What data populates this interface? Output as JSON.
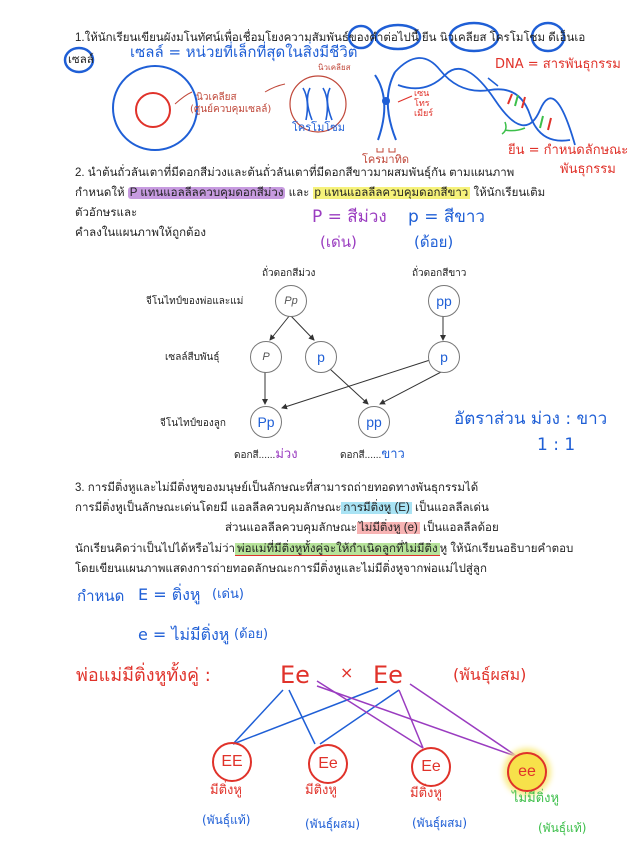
{
  "q1": {
    "prompt_prefix": "1.ให้นักเรียนเขียนผังมโนทัศน์เพื่อเชื่อมโยงความสัมพันธ์ของคำต่อไปนี้",
    "terms": [
      "ยีน",
      "นิวเคลียส",
      "โครโมโซม",
      "ดีเอ็นเอ",
      "เซลล์"
    ],
    "notes": {
      "cell_def": "เซลล์ = หน่วยที่เล็กที่สุดในสิ่งมีชีวิต",
      "nucleus_label": "นิวเคลียส",
      "nucleus_desc": "(ศูนย์ควบคุมเซลล์)",
      "nucleus_small": "นิวเคลียส",
      "chromosome": "โครโมโซม",
      "centromere": "เซนโทรเมียร์",
      "chromatid": "โครมาทิด",
      "dna_def": "DNA = สารพันธุกรรม",
      "gene_def_1": "ยีน = กำหนดลักษณะ",
      "gene_def_2": "พันธุกรรม"
    }
  },
  "q2": {
    "line1": "2. นำต้นถั่วลันเตาที่มีดอกสีม่วงและต้นถั่วลันเตาที่มีดอกสีขาวมาผสมพันธุ์กัน ตามแผนภาพ",
    "line2_a": "กำหนดให้",
    "line2_hl1": "P แทนแอลลีลควบคุมดอกสีม่วง",
    "line2_b": "และ",
    "line2_hl2": "p แทนแอลลีลควบคุมดอกสีขาว",
    "line2_c": "ให้นักเรียนเติม",
    "line3": "ตัวอักษรและ",
    "line4": "คำลงในแผนภาพให้ถูกต้อง",
    "notes": {
      "P_def": "P = สีม่วง",
      "P_type": "(เด่น)",
      "p_def": "p = สีขาว",
      "p_type": "(ด้อย)"
    },
    "diagram": {
      "parent1_title": "ถั่วดอกสีม่วง",
      "parent2_title": "ถั่วดอกสีขาว",
      "row_parents": "จีโนไทป์ของพ่อและแม่",
      "row_gametes": "เซลล์สืบพันธุ์",
      "row_offspring": "จีโนไทป์ของลูก",
      "parent1": "Pp",
      "parent2": "pp",
      "gamete1": "P",
      "gamete2": "p",
      "gamete3": "p",
      "child1": "Pp",
      "child2": "pp",
      "color_prefix": "ดอกสี......",
      "child1_color": "ม่วง",
      "child2_color": "ขาว",
      "ratio_label": "อัตราส่วน ม่วง : ขาว",
      "ratio_value": "1 : 1"
    }
  },
  "q3": {
    "line1": "3. การมีติ่งหูและไม่มีติ่งหูของมนุษย์เป็นลักษณะที่สามารถถ่ายทอดทางพันธุกรรมได้",
    "line2_a": "การมีติ่งหูเป็นลักษณะเด่นโดยมี แอลลีลควบคุมลักษณะ",
    "line2_hl": "การมีติ่งหู (E)",
    "line2_b": " เป็นแอลลีลเด่น",
    "line3_a": "ส่วนแอลลีลควบคุมลักษณะ",
    "line3_hl": "ไม่มีติ่งหู (e)",
    "line3_b": " เป็นแอลลีลด้อย",
    "line4_a": "นักเรียนคิดว่าเป็นไปได้หรือไม่ว่า",
    "line4_hl": "พ่อแม่ที่มีติ่งหูทั้งคู่จะให้กำเนิดลูกที่ไม่มีติ่ง",
    "line4_b": "หู ให้นักเรียนอธิบายคำตอบ",
    "line5": "โดยเขียนแผนภาพแสดงการถ่ายทอดลักษณะการมีติ่งหูและไม่มีติ่งหูจากพ่อแม่ไปสู่ลูก",
    "notes": {
      "define": "กำหนด",
      "E_def": "E = ติ่งหู",
      "E_type": "(เด่น)",
      "e_def": "e = ไม่มีติ่งหู",
      "e_type": "(ด้อย)",
      "parents_label": "พ่อแม่มีติ่งหูทั้งคู่ :",
      "parent1": "Ee",
      "cross": "×",
      "parent2": "Ee",
      "parents_type": "(พันธุ์ผสม)",
      "children": [
        {
          "genotype": "EE",
          "phenotype": "มีติ่งหู",
          "type": "(พันธุ์แท้)"
        },
        {
          "genotype": "Ee",
          "phenotype": "มีติ่งหู",
          "type": "(พันธุ์ผสม)"
        },
        {
          "genotype": "Ee",
          "phenotype": "มีติ่งหู",
          "type": "(พันธุ์ผสม)"
        },
        {
          "genotype": "ee",
          "phenotype": "ไม่มีติ่งหู",
          "type": "(พันธุ์แท้)"
        }
      ]
    }
  },
  "colors": {
    "blue": "#1f5fd6",
    "red": "#e0322a",
    "purple": "#9a3cc0",
    "green": "#3cbf4a"
  }
}
